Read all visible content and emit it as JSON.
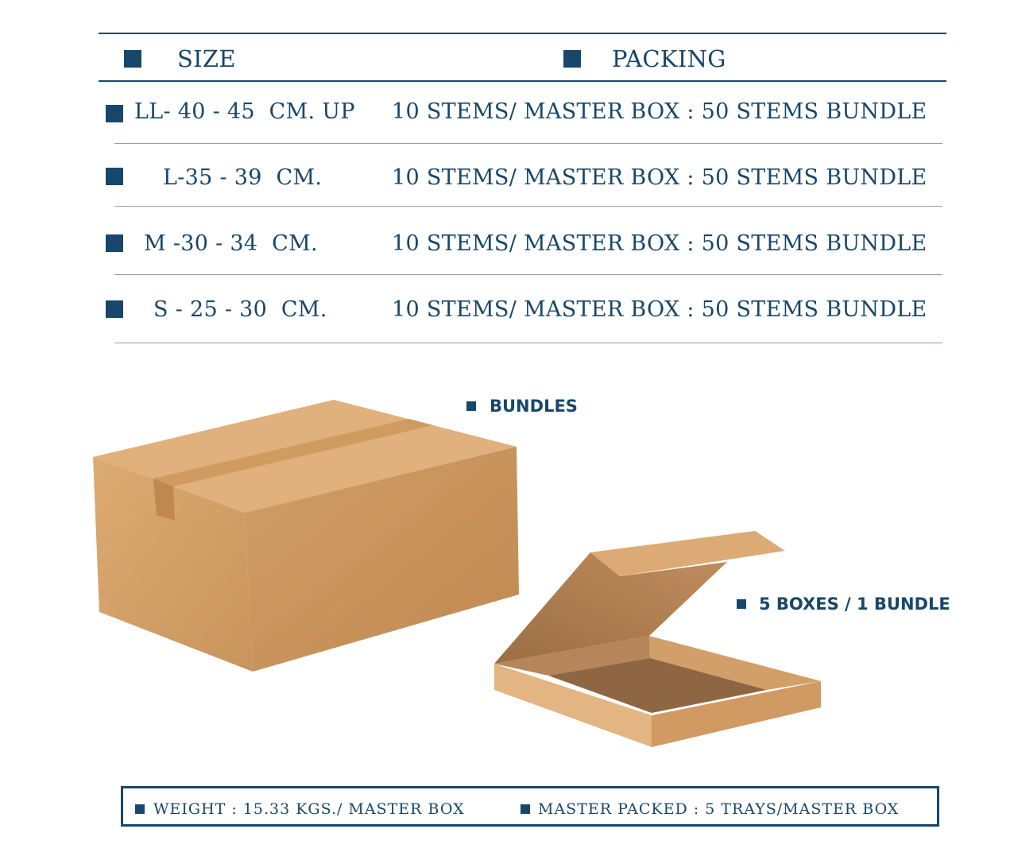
{
  "table": {
    "headers": {
      "size": "SIZE",
      "packing": "PACKING"
    },
    "rows": [
      {
        "size": "LL- 40 - 45  CM. UP",
        "packing": "10 STEMS/ MASTER BOX : 50 STEMS BUNDLE"
      },
      {
        "size": "L-35 - 39  CM.",
        "packing": "10 STEMS/ MASTER BOX : 50 STEMS BUNDLE"
      },
      {
        "size": "M -30 - 34  CM.",
        "packing": "10 STEMS/ MASTER BOX : 50 STEMS BUNDLE"
      },
      {
        "size": "S - 25 - 30  CM.",
        "packing": "10 STEMS/ MASTER BOX : 50 STEMS BUNDLE"
      }
    ]
  },
  "labels": {
    "bundles": "BUNDLES",
    "boxes": "5 BOXES / 1 BUNDLE"
  },
  "footer": {
    "weight": "WEIGHT : 15.33 KGS./ MASTER BOX",
    "master": "MASTER PACKED : 5 TRAYS/MASTER BOX"
  },
  "colors": {
    "accent": "#17476b",
    "cardboard": "#d9a56b"
  }
}
